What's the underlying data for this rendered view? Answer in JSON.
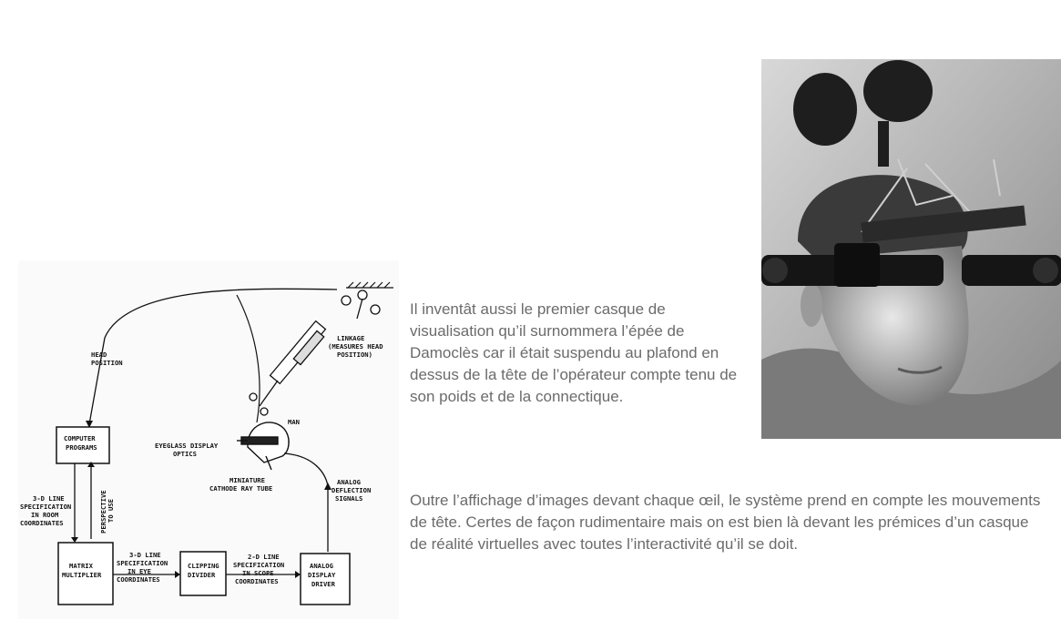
{
  "paragraphs": {
    "p1": "Il inventât aussi le premier casque de visualisation qu’il surnommera l’épée de Damoclès car il était suspendu au plafond en dessus de la tête de l’opérateur compte tenu de son poids et de la connectique.",
    "p2": "Outre l’affichage d’images devant chaque œil, le système prend en compte les mouvements de tête. Certes de façon rudimentaire mais on est bien là devant les prémices d’un casque de réalité virtuelles avec toutes l’interactivité qu’il se doit."
  },
  "diagram": {
    "head_position": [
      "HEAD",
      "POSITION"
    ],
    "linkage": [
      "LINKAGE",
      "(MEASURES HEAD",
      "POSITION)"
    ],
    "man": "MAN",
    "eyeglass": [
      "EYEGLASS DISPLAY",
      "OPTICS"
    ],
    "crt": [
      "MINIATURE",
      "CATHODE RAY TUBE"
    ],
    "analog_signals": [
      "ANALOG",
      "DEFLECTION",
      "SIGNALS"
    ],
    "computer_programs": [
      "COMPUTER",
      "PROGRAMS"
    ],
    "line3d_room": [
      "3-D LINE",
      "SPECIFICATION",
      "IN ROOM",
      "COORDINATES"
    ],
    "perspective": [
      "PERSPECTIVE",
      "TO USE"
    ],
    "matrix_multiplier": [
      "MATRIX",
      "MULTIPLIER"
    ],
    "line3d_eye": [
      "3-D LINE",
      "SPECIFICATION",
      "IN EYE",
      "COORDINATES"
    ],
    "clipping_divider": [
      "CLIPPING",
      "DIVIDER"
    ],
    "line2d_scope": [
      "2-D LINE",
      "SPECIFICATION",
      "IN SCOPE",
      "COORDINATES"
    ],
    "analog_driver": [
      "ANALOG",
      "DISPLAY",
      "DRIVER"
    ]
  }
}
